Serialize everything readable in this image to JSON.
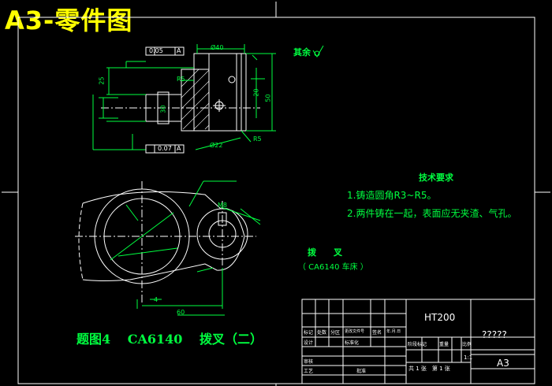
{
  "header": {
    "title": "A3-零件图"
  },
  "surface_note": "其余",
  "technical_requirements": {
    "title": "技术要求",
    "items": [
      "1.铸造圆角R3~R5。",
      "2.两件铸在一起，表面应无夹渣、气孔。"
    ]
  },
  "part_name": {
    "name": "拨　　叉",
    "machine": "（ CA6140 车床 ）"
  },
  "caption": "题图4　 CA6140　 拨叉（二）",
  "title_block": {
    "material": "HT200",
    "drawing_no": "?????",
    "scale": "1:1",
    "sheet_size": "A3",
    "sheet_info": "共 1 张　第 1 张",
    "row_labels": [
      "标记",
      "处数",
      "分区",
      "更改文件号",
      "签名",
      "年.月.日"
    ],
    "design": "设计",
    "standardize": "标准化",
    "review": "审核",
    "process": "工艺",
    "approve": "批准",
    "stage_labels": [
      "阶段标记",
      "重量",
      "比例"
    ]
  },
  "dimensions": {
    "top_view": [
      "Ø40",
      "0.05",
      "A",
      "0.07",
      "A",
      "R5",
      "R5",
      "25",
      "20",
      "50",
      "30",
      "Ø22"
    ],
    "front_view": [
      "M8",
      "60",
      "4"
    ]
  },
  "colors": {
    "title": "#ffff00",
    "lines": "#ffffff",
    "text": "#00ff40",
    "dimension": "#00ff40"
  }
}
